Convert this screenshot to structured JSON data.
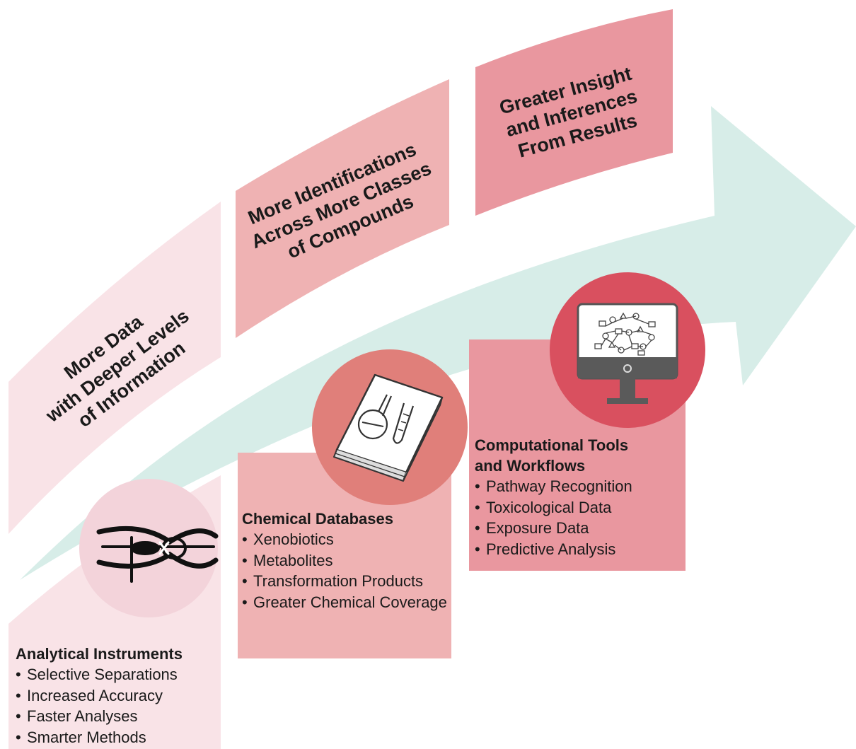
{
  "banners": [
    {
      "text": "More Data with Deeper Levels of Information",
      "lines": [
        "More Data",
        "with Deeper Levels",
        "of Information"
      ],
      "color": "#f9e3e7"
    },
    {
      "text": "More Identifications Across More Classes of Compounds",
      "lines": [
        "More Identifications",
        "Across More Classes",
        "of Compounds"
      ],
      "color": "#efb2b3"
    },
    {
      "text": "Greater Insight and Inferences From Results",
      "lines": [
        "Greater Insight",
        "and Inferences",
        "From Results"
      ],
      "color": "#e9979f"
    }
  ],
  "arrow_color": "#d7ede8",
  "panels": [
    {
      "title": "Analytical Instruments",
      "items": [
        "Selective Separations",
        "Increased Accuracy",
        "Faster Analyses",
        "Smarter Methods"
      ],
      "color": "#f9e3e7",
      "icon": "instrument-icon",
      "icon_color": "#f3d3da"
    },
    {
      "title": "Chemical Databases",
      "items": [
        "Xenobiotics",
        "Metabolites",
        "Transformation Products",
        "Greater Chemical Coverage"
      ],
      "color": "#efb2b3",
      "icon": "database-book-icon",
      "icon_color": "#e07f7a"
    },
    {
      "title": "Computational Tools and Workflows",
      "title_lines": [
        "Computational Tools",
        "and Workflows"
      ],
      "items": [
        "Pathway Recognition",
        "Toxicological Data",
        "Exposure Data",
        "Predictive Analysis"
      ],
      "color": "#e9979f",
      "icon": "computer-monitor-icon",
      "icon_color": "#d9505f"
    }
  ]
}
